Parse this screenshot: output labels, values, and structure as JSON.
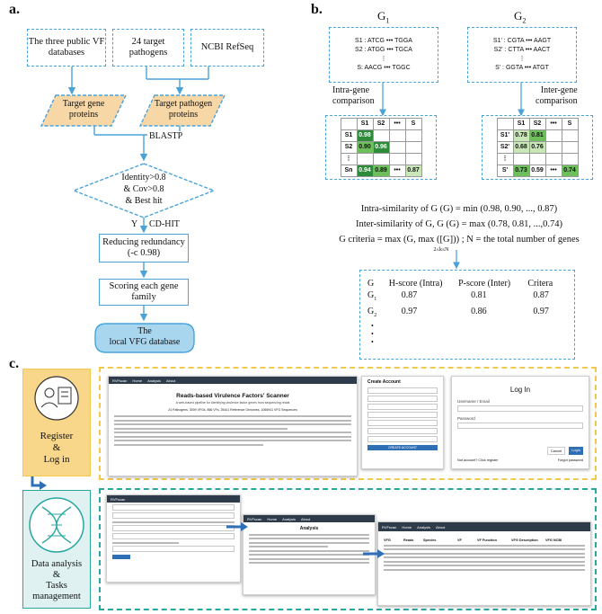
{
  "panel_labels": {
    "a": "a.",
    "b": "b.",
    "c": "c."
  },
  "panel_a": {
    "sources": [
      "The three public VF databases",
      "24 target pathogens",
      "NCBI RefSeq"
    ],
    "target_gene": "Target gene proteins",
    "target_pathogen": "Target pathogen proteins",
    "blastp": "BLASTP",
    "decision_lines": [
      "Identity>0.8",
      "& Cov>0.8",
      "& Best hit"
    ],
    "yes": "Y",
    "cdhit": "CD-HIT",
    "reduce_lines": [
      "Reducing redundancy",
      "(-c 0.98)"
    ],
    "score_lines": [
      "Scoring each gene",
      "family"
    ],
    "db_lines": [
      "The",
      "local VFG database"
    ],
    "colors": {
      "dashed_border": "#4aa3d8",
      "orange_fill": "#f7d7a6",
      "database_fill": "#a9d6ef"
    }
  },
  "panel_b": {
    "g1_title": "G",
    "g1_sub": "1",
    "g2_title": "G",
    "g2_sub": "2",
    "g1_seqs": [
      "S1 : ATCG ••• TGGA",
      "S2 : ATGG ••• TGCA",
      "S: AACG ••• TGGC"
    ],
    "g2_seqs": [
      "S1' : CGTA ••• AAGT",
      "S2' : CTTA ••• AACT",
      "S' : GGTA ••• ATGT"
    ],
    "intra_label": [
      "Intra-gene",
      "comparison"
    ],
    "inter_label": [
      "Inter-gene",
      "comparison"
    ],
    "m1_header": [
      "S1",
      "S2",
      "•••",
      "S"
    ],
    "m1_rows": [
      {
        "h": "S1",
        "c": [
          "0.98",
          "",
          "",
          ""
        ]
      },
      {
        "h": "S2",
        "c": [
          "0.90",
          "0.96",
          "",
          ""
        ]
      },
      {
        "h": "⋮",
        "c": [
          "",
          "",
          "",
          ""
        ]
      },
      {
        "h": "Sn",
        "c": [
          "0.94",
          "0.89",
          "•••",
          "0.87"
        ]
      }
    ],
    "m2_header": [
      "S1",
      "S2",
      "•••",
      "S"
    ],
    "m2_rows": [
      {
        "h": "S1'",
        "c": [
          "0.78",
          "0.81",
          "",
          ""
        ]
      },
      {
        "h": "S2'",
        "c": [
          "0.68",
          "0.76",
          "",
          ""
        ]
      },
      {
        "h": "⋮",
        "c": [
          "",
          "",
          "",
          ""
        ]
      },
      {
        "h": "S'",
        "c": [
          "0.73",
          "0.59",
          "•••",
          "0.74"
        ]
      }
    ],
    "formulas": [
      "Intra-similarity of G (G) = min (0.98, 0.90, ..., 0.87)",
      "Inter-similarity of G, G (G) = max (0.78, 0.81, ...,0.74)",
      "G criteria = max (G, max ([G])) ; N = the total number of genes"
    ],
    "formula_sub": "2≤k≤N",
    "table_header": [
      "G",
      "H-score (Intra)",
      "P-score (Inter)",
      "Critera"
    ],
    "table_rows": [
      {
        "g": "G",
        "sub": "1",
        "h": "0.87",
        "p": "0.81",
        "c": "0.87"
      },
      {
        "g": "G",
        "sub": "2",
        "h": "0.97",
        "p": "0.86",
        "c": "0.97"
      }
    ],
    "table_dots": [
      "•",
      "•",
      "•"
    ],
    "colors": {
      "dark_green": "#2e8b3a",
      "mid_green": "#6cbf5a",
      "light_green": "#c8e6b8"
    }
  },
  "panel_c": {
    "register_label": [
      "Register",
      "&",
      "Log in"
    ],
    "analysis_label": [
      "Data analysis",
      "&",
      "Tasks management"
    ],
    "app_name": "RVFscan",
    "nav": [
      "Home",
      "Analysis",
      "About"
    ],
    "scanner_title": "Reads-based Virulence Factors' Scanner",
    "scanner_subtitle": "A web-based pipeline for identifying virulence factor genes from sequencing reads",
    "scanner_stats": "24 Pathogens, 3009 VFGs, 866 VFs, 25441 Reference Genomes, 1066941 VFG Sequences",
    "create_account": "Create Account",
    "create_btn": "CREATE ACCOUNT",
    "login_title": "Log In",
    "login_user": "Username / Email",
    "login_pass": "Password",
    "login_cancel": "Cancel",
    "login_btn": "Login",
    "no_account": "Not account? Click register",
    "forgot": "Forgot password",
    "analysis_title": "Analysis",
    "result_headers": [
      "VFG",
      "Reads",
      "Species",
      "VF",
      "VF Function",
      "VFG Description",
      "VFG NCBI"
    ],
    "colors": {
      "register_fill": "#f8d68a",
      "analysis_fill": "#2aa6a0",
      "nav_dark": "#2e3b4b",
      "login_btn": "#2f6fb5"
    }
  }
}
